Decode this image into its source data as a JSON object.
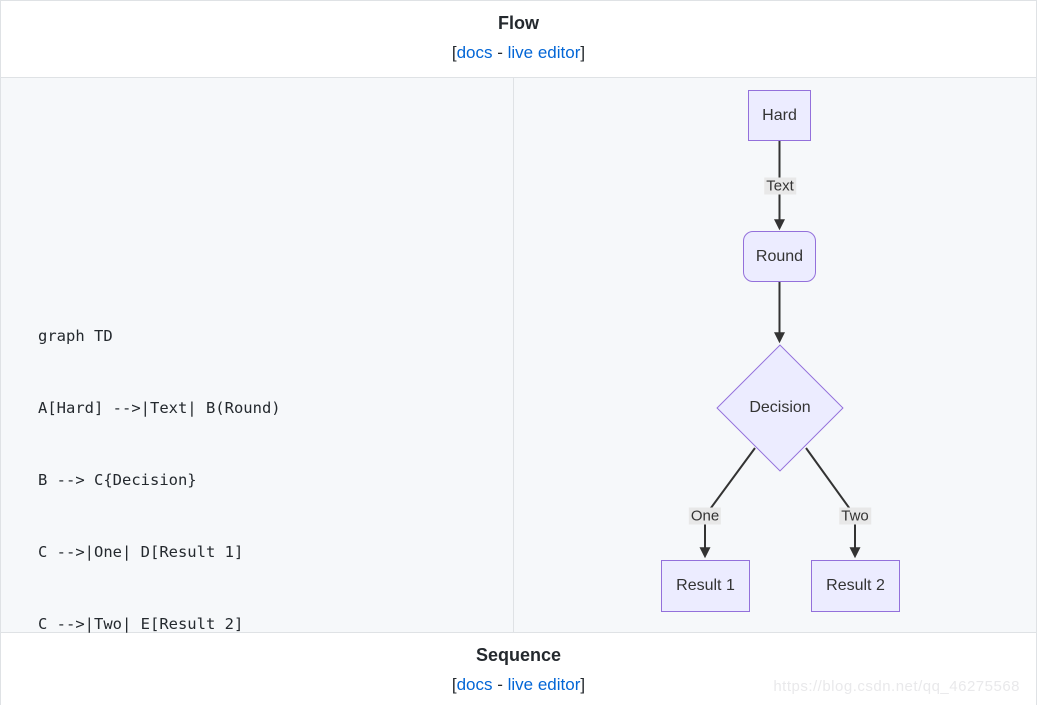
{
  "sections": {
    "flow": {
      "title": "Flow"
    },
    "sequence": {
      "title": "Sequence"
    }
  },
  "link_bar": {
    "open_bracket": "[",
    "docs": "docs",
    "separator": " - ",
    "live_editor": "live editor",
    "close_bracket": "]"
  },
  "code": {
    "lines": [
      "graph TD",
      "A[Hard] -->|Text| B(Round)",
      "B --> C{Decision}",
      "C -->|One| D[Result 1]",
      "C -->|Two| E[Result 2]"
    ]
  },
  "diagram": {
    "nodes": {
      "a": "Hard",
      "b": "Round",
      "c": "Decision",
      "d": "Result 1",
      "e": "Result 2"
    },
    "edge_labels": {
      "a_b": "Text",
      "c_d": "One",
      "c_e": "Two"
    },
    "colors": {
      "node_fill": "#ECECFF",
      "node_border": "#9370DB",
      "edge": "#333333",
      "edge_label_bg": "#e8e8e8"
    }
  },
  "colors": {
    "link": "#0366d6",
    "row_alt_bg": "#f6f8fa",
    "table_border": "#dfe2e5",
    "text": "#24292e"
  },
  "watermark": "https://blog.csdn.net/qq_46275568"
}
